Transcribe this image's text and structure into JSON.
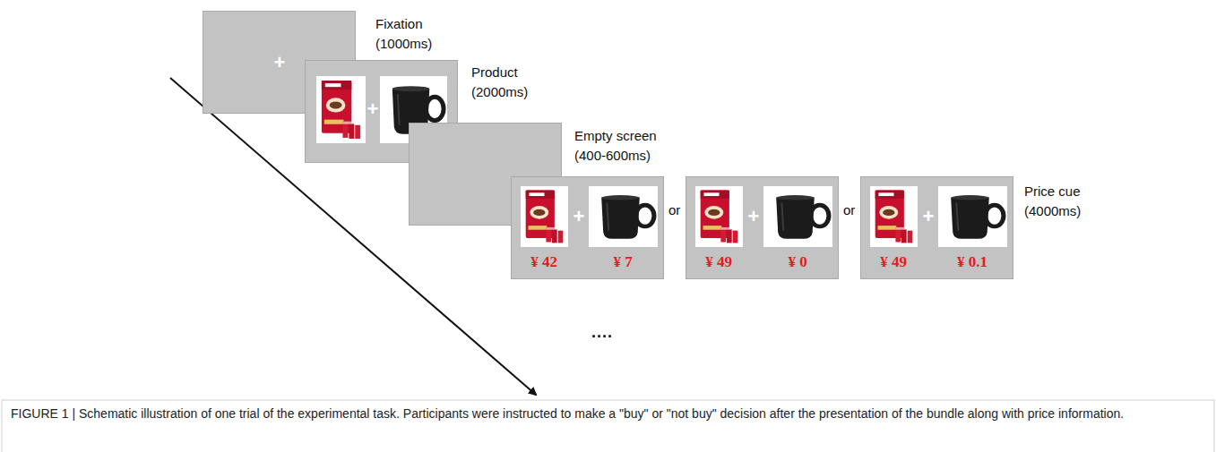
{
  "diagram": {
    "caption": "FIGURE 1 | Schematic illustration of one trial of the experimental task. Participants were instructed to make a \"buy\" or \"not buy\" decision after the presentation of the bundle along with price information.",
    "nodes": [
      {
        "text": [
          "+",
          "Fixation (1000ms)"
        ]
      },
      {
        "text": [
          "+",
          "Product (2000ms)"
        ]
      },
      {
        "text": [
          "Empty screen (400-600ms)"
        ]
      },
      {
        "text": [
          "+",
          "¥ 42",
          "¥ 7"
        ]
      },
      {
        "text": [
          "+",
          "¥ 49",
          "¥ 0"
        ]
      },
      {
        "text": [
          "+",
          "¥ 49",
          "¥ 0.1",
          "Price cue (4000ms)"
        ]
      }
    ],
    "labels": [
      "or",
      "or",
      "...."
    ]
  }
}
